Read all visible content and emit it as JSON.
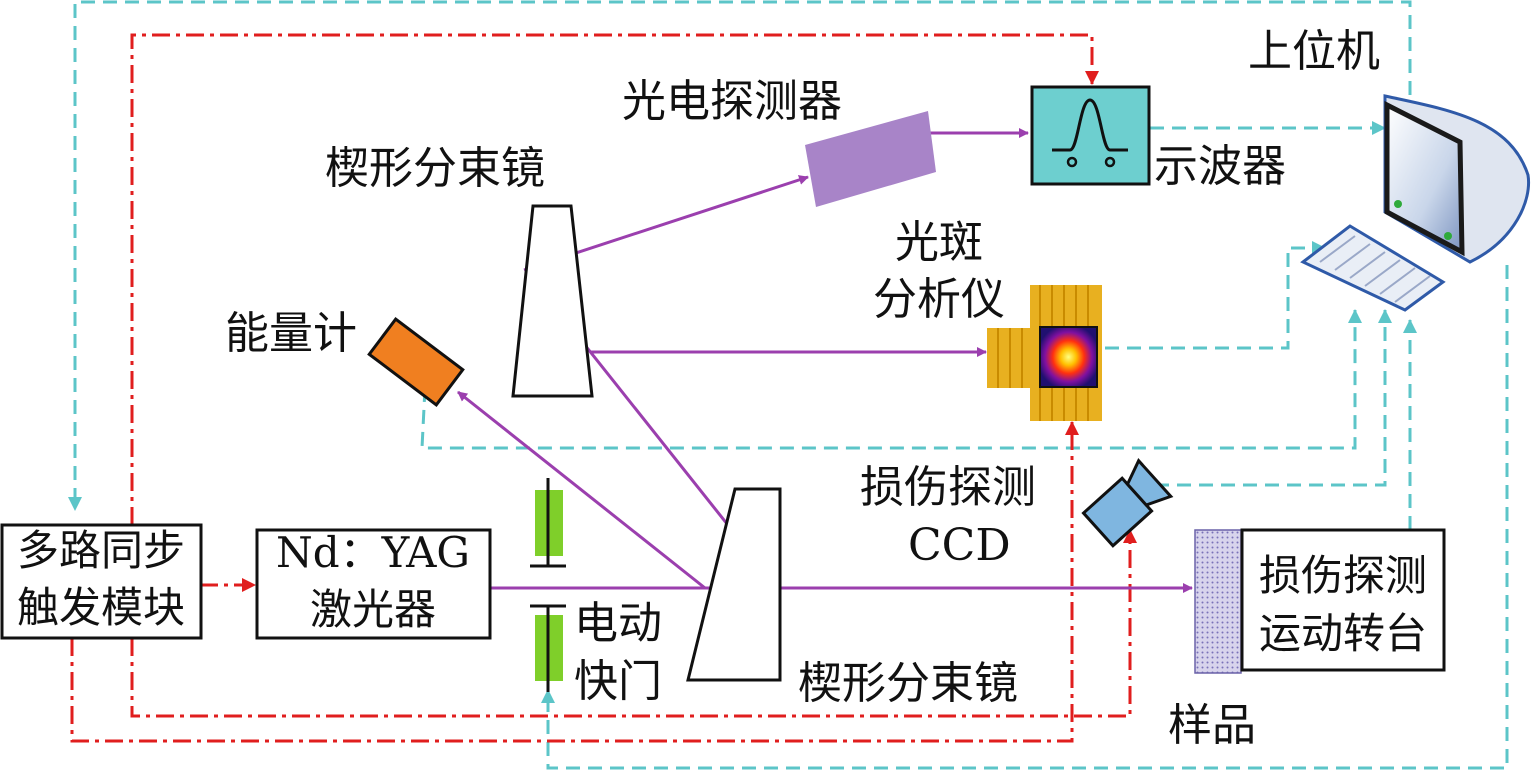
{
  "labels": {
    "host_computer": "上位机",
    "photodetector": "光电探测器",
    "oscilloscope": "示波器",
    "wedge_splitter_top": "楔形分束镜",
    "wedge_splitter_bottom": "楔形分束镜",
    "beam_analyzer_line1": "光斑",
    "beam_analyzer_line2": "分析仪",
    "energy_meter": "能量计",
    "damage_ccd_line1": "损伤探测",
    "damage_ccd_line2": "CCD",
    "shutter_line1": "电动",
    "shutter_line2": "快门",
    "sample": "样品"
  },
  "boxes": {
    "sync_module_line1": "多路同步",
    "sync_module_line2": "触发模块",
    "laser_line1": "Nd：YAG",
    "laser_line2": "激光器",
    "stage_line1": "损伤探测",
    "stage_line2": "运动转台"
  },
  "colors": {
    "beam": "#9b3fae",
    "trigger": "#e01e1e",
    "data": "#5cc5c8",
    "oscilloscope": "#6dcfcf",
    "photodetector": "#a884c8",
    "energy_meter": "#f07f20",
    "shutter": "#7fcf2a",
    "ccd": "#7fb6e0",
    "analyzer": "#e8b020",
    "computer": "#2f5aa8"
  }
}
